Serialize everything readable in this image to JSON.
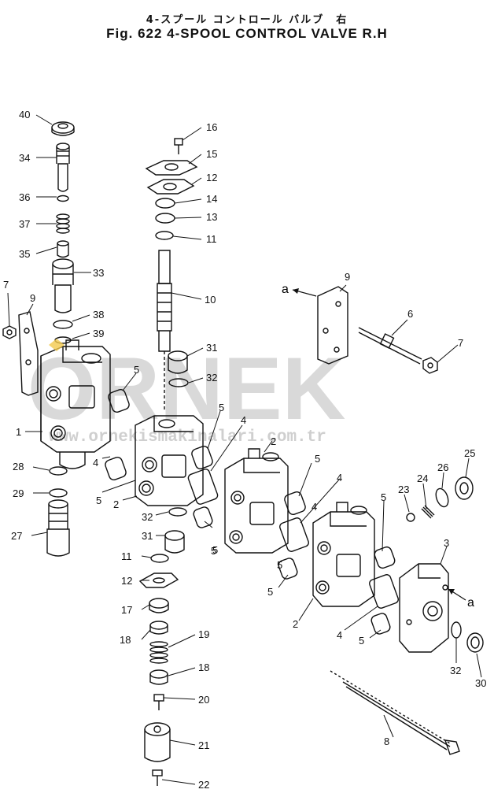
{
  "title_jp": "4-スプール コントロール バルブ　右",
  "title_en": "Fig. 622 4-SPOOL CONTROL VALVE R.H",
  "watermark": {
    "brand": "ORNEK",
    "url": "www.ornekismakinalari.com.tr"
  },
  "view_marker": "a",
  "callouts": [
    "40",
    "34",
    "36",
    "37",
    "35",
    "33",
    "38",
    "39",
    "7",
    "9",
    "1",
    "28",
    "29",
    "27",
    "5",
    "4",
    "5",
    "16",
    "15",
    "12",
    "14",
    "13",
    "11",
    "10",
    "31",
    "32",
    "5",
    "4",
    "2",
    "5",
    "32",
    "31",
    "11",
    "12",
    "17",
    "18",
    "19",
    "18",
    "20",
    "21",
    "22",
    "2",
    "5",
    "4",
    "5",
    "9",
    "6",
    "7",
    "23",
    "24",
    "26",
    "25",
    "3",
    "2",
    "4",
    "5",
    "32",
    "30",
    "8",
    "5",
    "5",
    "5",
    "4"
  ],
  "colors": {
    "line": "#111111",
    "watermark": "#d9d9d9",
    "highlight": "#f2c94c"
  }
}
